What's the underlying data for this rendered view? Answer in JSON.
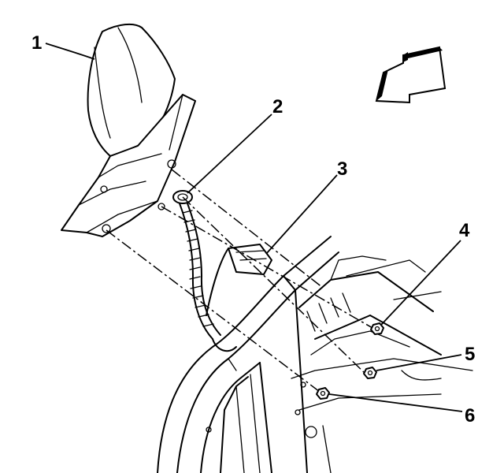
{
  "callouts": [
    {
      "id": "1",
      "label": "1"
    },
    {
      "id": "2",
      "label": "2"
    },
    {
      "id": "3",
      "label": "3"
    },
    {
      "id": "4",
      "label": "4"
    },
    {
      "id": "5",
      "label": "5"
    },
    {
      "id": "6",
      "label": "6"
    }
  ],
  "colors": {
    "ink": "#000000",
    "paper": "#ffffff"
  },
  "icons": [
    "view-direction-arrow-icon"
  ]
}
